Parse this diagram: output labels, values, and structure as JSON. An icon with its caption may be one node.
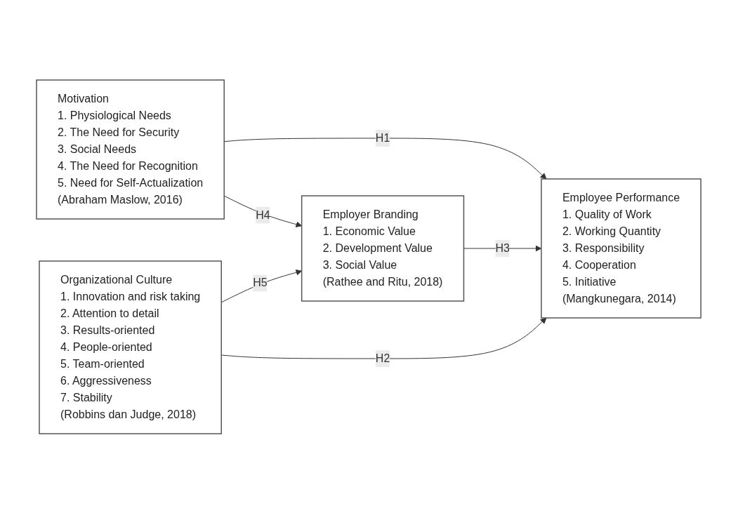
{
  "diagram": {
    "nodes": [
      {
        "text": [
          "Motivation",
          "1. Physiological Needs",
          "2. The Need for Security",
          "3. Social Needs",
          "4. The Need for Recognition",
          "5. Need for Self-Actualization",
          "(Abraham Maslow, 2016)"
        ]
      },
      {
        "text": [
          "Organizational Culture",
          "1. Innovation and risk taking",
          "2. Attention to detail",
          "3. Results-oriented",
          "4. People-oriented",
          "5. Team-oriented",
          "6. Aggressiveness",
          "7.  Stability",
          "(Robbins dan Judge, 2018)"
        ]
      },
      {
        "text": [
          "Employer Branding",
          "1. Economic Value",
          "2. Development Value",
          "3. Social Value",
          "(Rathee and Ritu, 2018)"
        ]
      },
      {
        "text": [
          "Employee Performance",
          "1. Quality of Work",
          "2. Working Quantity",
          "3. Responsibility",
          "4. Cooperation",
          "5. Initiative",
          "(Mangkunegara, 2014)"
        ]
      }
    ],
    "edges": [
      {
        "from": 0,
        "to": 3,
        "arrow": "to",
        "label": "H1"
      },
      {
        "from": 0,
        "to": 2,
        "arrow": "to",
        "label": "H4"
      },
      {
        "from": 2,
        "to": 3,
        "arrow": "to",
        "label": "H3"
      },
      {
        "from": 1,
        "to": 2,
        "arrow": "to",
        "label": "H5"
      },
      {
        "from": 1,
        "to": 3,
        "arrow": "to",
        "label": "H2"
      }
    ]
  }
}
